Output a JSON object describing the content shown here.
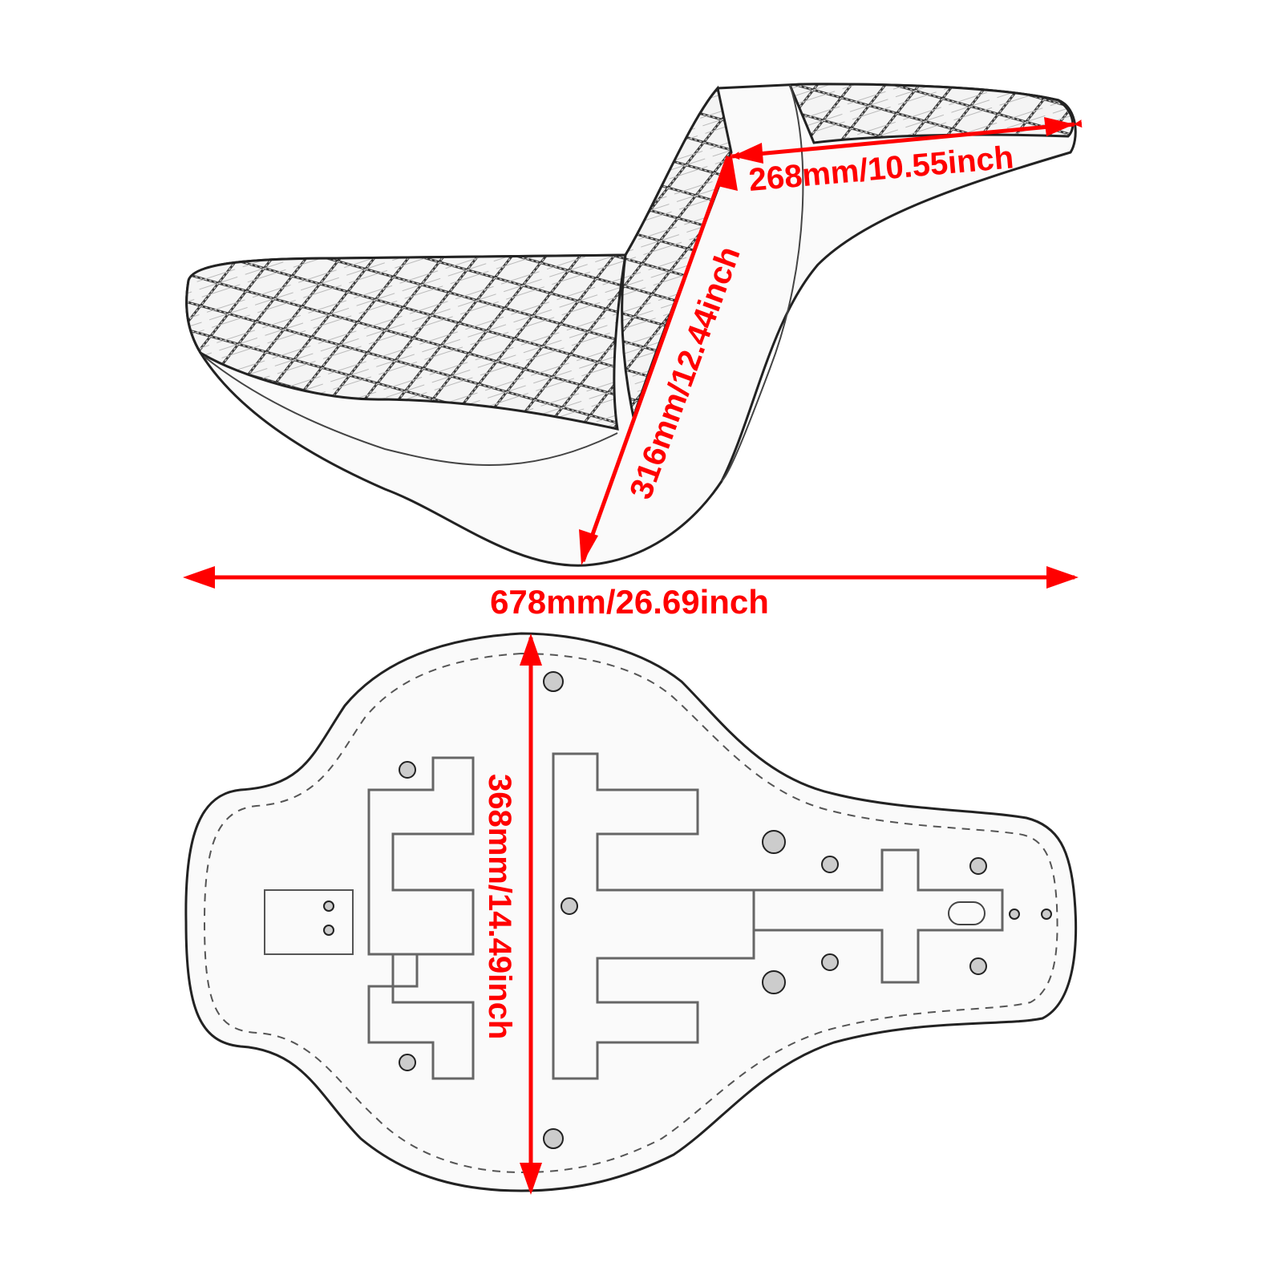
{
  "figure": {
    "subject": "Motorcycle two-up seat dimension diagram",
    "accent_color": "#ff0000",
    "line_color": "#222222"
  },
  "views": {
    "side": {
      "name": "side-view-seat"
    },
    "bottom": {
      "name": "bottom-view-seat-base"
    }
  },
  "dimensions": {
    "passenger_width": {
      "label": "268mm/10.55inch",
      "mm": 268,
      "inch": 10.55
    },
    "backrest_height": {
      "label": "316mm/12.44inch",
      "mm": 316,
      "inch": 12.44
    },
    "overall_length": {
      "label": "678mm/26.69inch",
      "mm": 678,
      "inch": 26.69
    },
    "overall_width": {
      "label": "368mm/14.49inch",
      "mm": 368,
      "inch": 14.49
    }
  }
}
